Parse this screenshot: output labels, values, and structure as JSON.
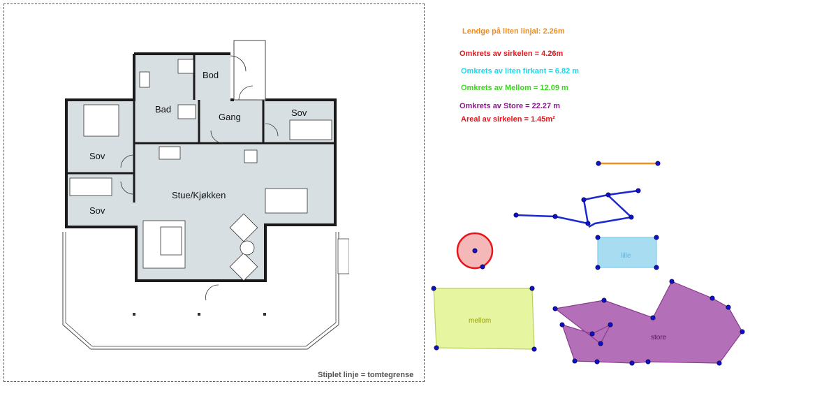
{
  "floorplan": {
    "rooms": [
      "Bod",
      "Bad",
      "Gang",
      "Sov",
      "Sov",
      "Stue/Kjøkken",
      "Sov"
    ]
  },
  "boundary_note": "Stiplet linje = tomtegrense",
  "measurements": [
    {
      "text": "Lendge på liten linjal: 2.26m",
      "color": "#f28c1c"
    },
    {
      "text": "Omkrets av sirkelen = 4.26m",
      "color": "#e8141a"
    },
    {
      "text": "Omkrets av liten firkant = 6.82 m",
      "color": "#1ed8e8"
    },
    {
      "text": "Omkrets av  Mellom = 12.09 m",
      "color": "#3ad81e"
    },
    {
      "text": "Omkrets av  Store = 22.27 m",
      "color": "#8a1a8a"
    },
    {
      "text": "Areal av sirkelen = 1.45m²",
      "color": "#e8141a"
    }
  ],
  "shapes": {
    "lille": {
      "label": "lille",
      "fill": "#a8dcf0",
      "stroke": "#7ccde8"
    },
    "mellom": {
      "label": "mellom",
      "fill": "#e6f5a0",
      "stroke": "#b8d060"
    },
    "store": {
      "label": "store",
      "fill": "#b370b8",
      "stroke": "#8a3a90"
    },
    "circle": {
      "fill": "#f4b8b8",
      "stroke": "#e8141a"
    },
    "ruler": {
      "stroke": "#f28c1c"
    },
    "path": {
      "stroke": "#1a2ad0"
    },
    "point_color": "#1010cc"
  }
}
